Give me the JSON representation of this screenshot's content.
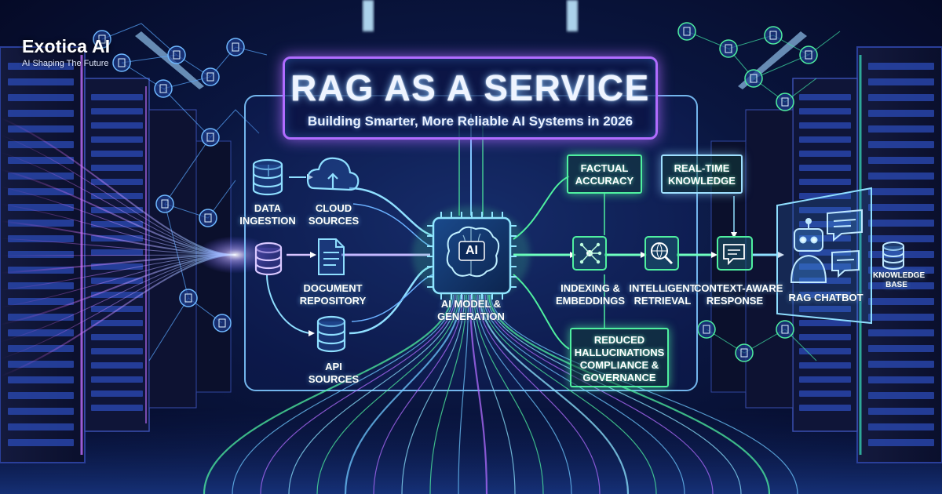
{
  "brand": {
    "name": "Exotica AI",
    "tagline": "AI Shaping The Future"
  },
  "title": "RAG AS A SERVICE",
  "subtitle": "Building Smarter, More Reliable AI Systems in 2026",
  "sources": [
    {
      "line1": "DATA",
      "line2": "INGESTION",
      "icon": "database-icon"
    },
    {
      "line1": "CLOUD",
      "line2": "SOURCES",
      "icon": "cloud-upload-icon"
    },
    {
      "line1": "DOCUMENT",
      "line2": "REPOSITORY",
      "icon": "document-icon"
    },
    {
      "line1": "API",
      "line2": "SOURCES",
      "icon": "database-icon"
    }
  ],
  "core": {
    "chip_text": "AI",
    "line1": "AI MODEL &",
    "line2": "GENERATION",
    "icon": "brain-chip-icon"
  },
  "pipeline": [
    {
      "line1": "INDEXING &",
      "line2": "EMBEDDINGS",
      "icon": "network-node-icon"
    },
    {
      "line1": "INTELLIGENT",
      "line2": "RETRIEVAL",
      "icon": "magnifier-globe-icon"
    },
    {
      "line1": "CONTEXT-AWARE",
      "line2": "RESPONSE",
      "icon": "chat-bubble-icon"
    }
  ],
  "benefits": {
    "factual": {
      "line1": "FACTUAL",
      "line2": "ACCURACY"
    },
    "realtime": {
      "line1": "REAL-TIME",
      "line2": "KNOWLEDGE"
    },
    "bottom": {
      "line1": "REDUCED",
      "line2": "HALLUCINATIONS",
      "line3": "COMPLIANCE &",
      "line4": "GOVERNANCE"
    }
  },
  "output": {
    "chatbot": "RAG CHATBOT",
    "kb_line1": "KNOWLEDGE",
    "kb_line2": "BASE",
    "icons": [
      "robot-icon",
      "chat-bubble-icon",
      "database-icon"
    ]
  },
  "colors": {
    "accent_blue": "#6fc8ff",
    "accent_purple": "#b06cff",
    "accent_green": "#4ff0a0",
    "background": "#060c2e"
  }
}
